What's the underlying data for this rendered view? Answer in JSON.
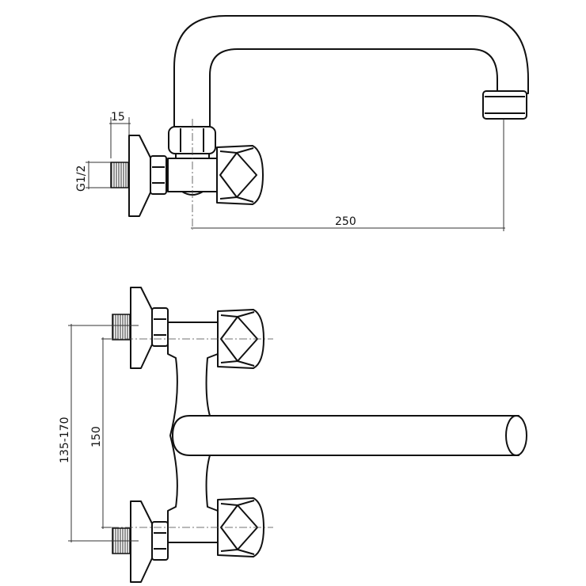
{
  "drawing": {
    "title": "Wall-mounted faucet technical drawing",
    "top_view": {
      "dim_thread_length": "15",
      "dim_thread_size": "G1/2",
      "dim_spout_reach": "250"
    },
    "front_view": {
      "dim_center_range": "135-170",
      "dim_center_nominal": "150"
    },
    "line_color": "#111111"
  }
}
